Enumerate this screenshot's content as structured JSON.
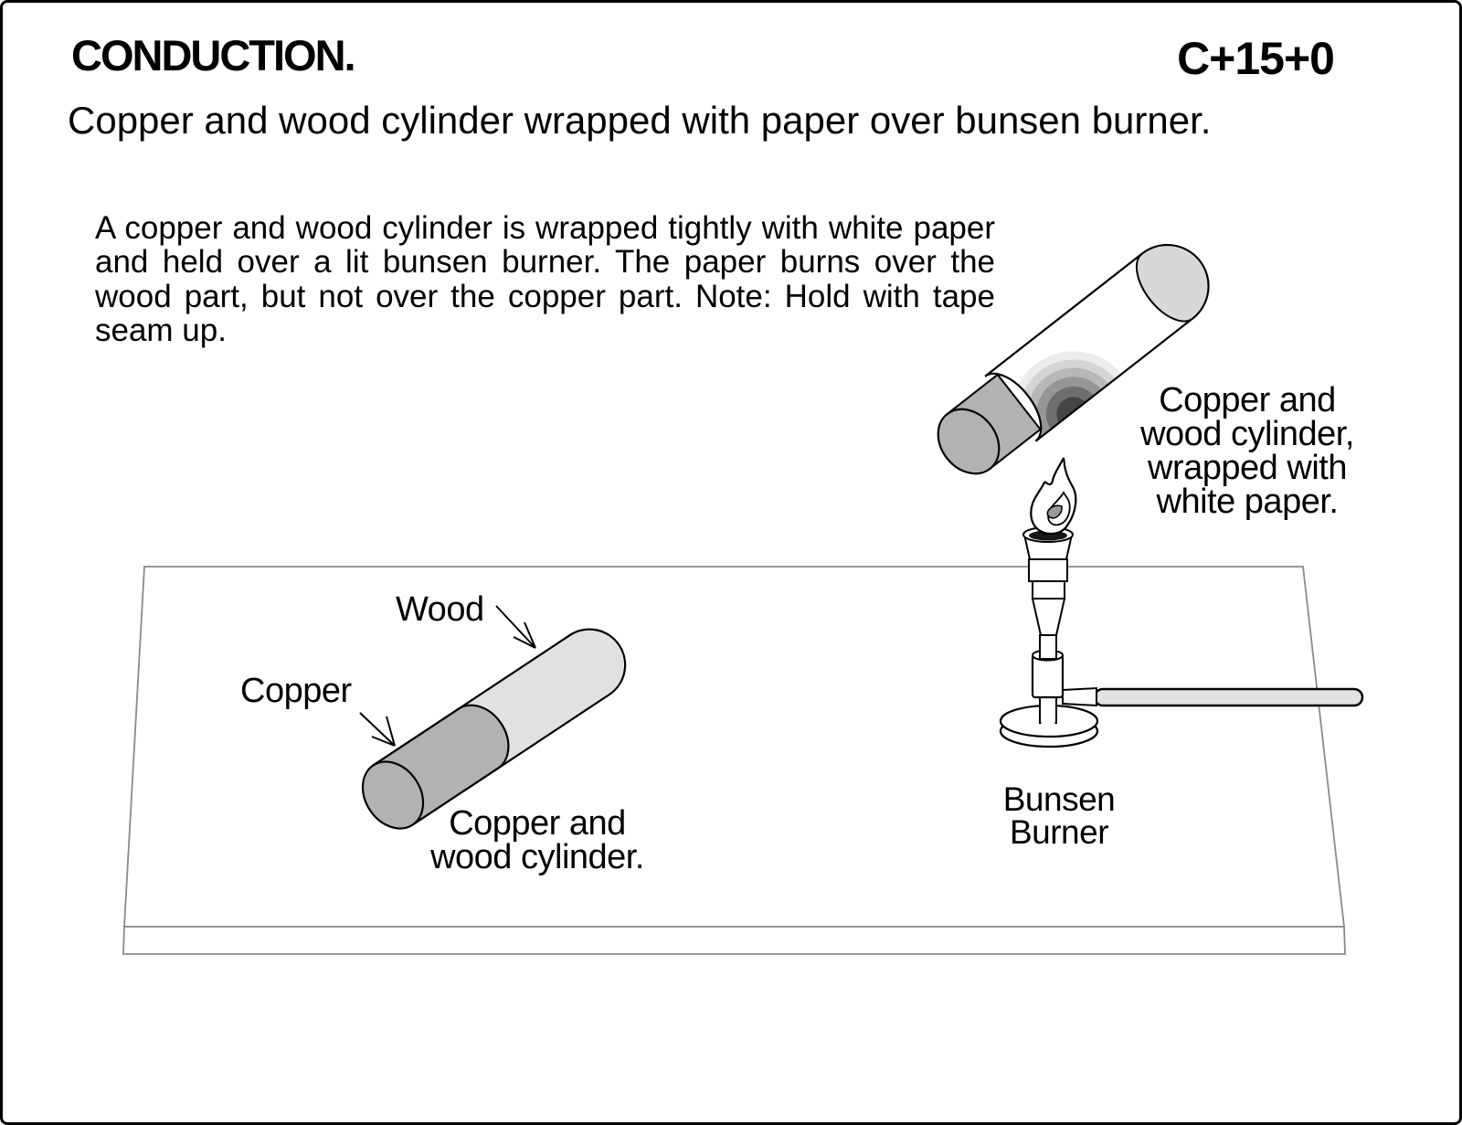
{
  "header": {
    "title": "CONDUCTION.",
    "code": "C+15+0",
    "subtitle": "Copper and wood cylinder wrapped with paper over bunsen burner."
  },
  "description": {
    "lines": [
      "A copper and wood cylinder is wrapped tightly with white paper",
      "and  held over a lit bunsen burner.  The paper burns over the",
      "wood part, but not over the copper part. Note: Hold with tape",
      "seam up."
    ]
  },
  "diagram": {
    "bare_cylinder": {
      "wood_label": "Wood",
      "copper_label": "Copper",
      "caption_lines": [
        "Copper and",
        "wood cylinder."
      ]
    },
    "wrapped_cylinder": {
      "caption_lines": [
        "Copper and",
        "wood cylinder,",
        "wrapped with",
        "white paper."
      ]
    },
    "burner": {
      "caption_lines": [
        "Bunsen",
        "Burner"
      ]
    },
    "colors": {
      "ink": "#000000",
      "copper": "#b2b2b2",
      "wood": "#e1e1e1",
      "paper": "#ffffff",
      "paper_end": "#d8d8d8",
      "hose": "#e2e2e2",
      "connector": "#ffffff",
      "flame_core": "#999999",
      "burner_opening": "#161616",
      "table_stroke": "#8a8a8a",
      "scorch_bands": [
        "#454545",
        "#6e6e6e",
        "#969696",
        "#b8b8b8",
        "#d5d5d5",
        "#ececec",
        "#ffffff"
      ]
    }
  }
}
